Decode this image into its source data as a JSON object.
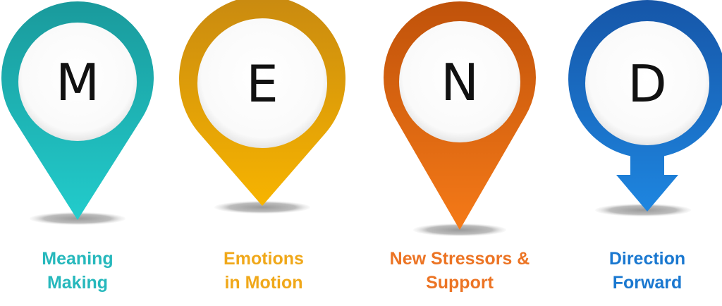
{
  "items": [
    {
      "letter": "M",
      "line1": "Meaning",
      "line2": "Making",
      "color_top": "#1a9a9c",
      "color_bottom": "#22cccc",
      "text_color": "#26b8bc",
      "shape": "pin"
    },
    {
      "letter": "E",
      "line1": "Emotions",
      "line2": "in Motion",
      "color_top": "#c98a10",
      "color_bottom": "#f7b400",
      "text_color": "#f0a81a",
      "shape": "pin"
    },
    {
      "letter": "N",
      "line1": "New Stressors &",
      "line2": "Support",
      "color_top": "#c0520a",
      "color_bottom": "#f57a18",
      "text_color": "#ec7424",
      "shape": "pin"
    },
    {
      "letter": "D",
      "line1": "Direction",
      "line2": "Forward",
      "color_top": "#1656a8",
      "color_bottom": "#1e86e0",
      "text_color": "#1a78d0",
      "shape": "arrow"
    }
  ]
}
